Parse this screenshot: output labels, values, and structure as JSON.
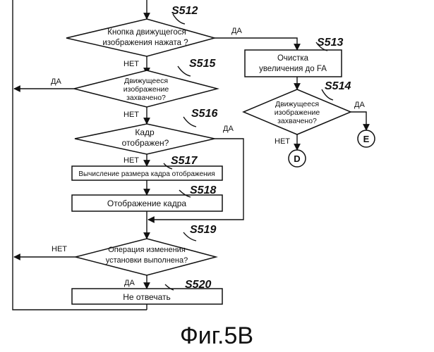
{
  "diagram": {
    "caption": "Фиг.5B",
    "steps": {
      "s512": {
        "id": "S512",
        "lines": [
          "Кнопка движущегося",
          "изображения нажата ?"
        ]
      },
      "s513": {
        "id": "S513",
        "lines": [
          "Очистка",
          "увеличения до FA"
        ]
      },
      "s514": {
        "id": "S514",
        "lines": [
          "Движущееся",
          "изображение",
          "захвачено?"
        ]
      },
      "s515": {
        "id": "S515",
        "lines": [
          "Движущееся",
          "изображение",
          "захвачено?"
        ]
      },
      "s516": {
        "id": "S516",
        "lines": [
          "Кадр",
          "отображен?"
        ]
      },
      "s517": {
        "id": "S517",
        "lines": [
          "Вычисление размера кадра отображения"
        ]
      },
      "s518": {
        "id": "S518",
        "lines": [
          "Отображение кадра"
        ]
      },
      "s519": {
        "id": "S519",
        "lines": [
          "Операция изменения",
          "установки выполнена?"
        ]
      },
      "s520": {
        "id": "S520",
        "lines": [
          "Не отвечать"
        ]
      }
    },
    "connectors": {
      "d": "D",
      "e": "E"
    },
    "branch_labels": {
      "s512_yes": "ДА",
      "s512_no": "НЕТ",
      "s515_yes": "ДА",
      "s515_no": "НЕТ",
      "s516_yes": "ДА",
      "s516_no": "НЕТ",
      "s514_yes": "ДА",
      "s514_no": "НЕТ",
      "s519_yes": "ДА",
      "s519_no": "НЕТ"
    }
  }
}
